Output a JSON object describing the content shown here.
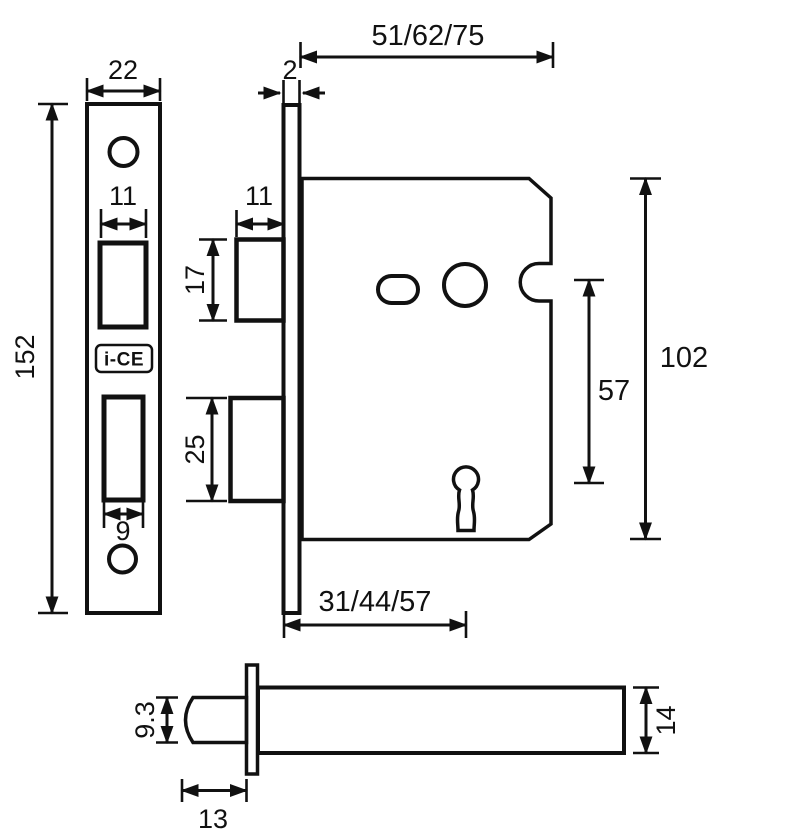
{
  "drawing": {
    "type": "mortice-lock-technical-drawing",
    "colors": {
      "line": "#111111",
      "background": "#ffffff"
    },
    "brand_logo": "i-CE",
    "dimensions": {
      "faceplate_width": "22",
      "faceplate_height": "152",
      "faceplate_latch_cutout_width": "11",
      "faceplate_deadbolt_cutout_width": "9",
      "faceplate_thickness": "2",
      "case_depth_options": "51/62/75",
      "latch_width": "11",
      "latch_height": "17",
      "deadbolt_height": "25",
      "backset_options": "31/44/57",
      "spindle_to_keyhole_centres": "57",
      "case_height": "102",
      "bolt_nose_height": "9.3",
      "bolt_nose_length": "13",
      "bolt_body_height": "14"
    }
  }
}
